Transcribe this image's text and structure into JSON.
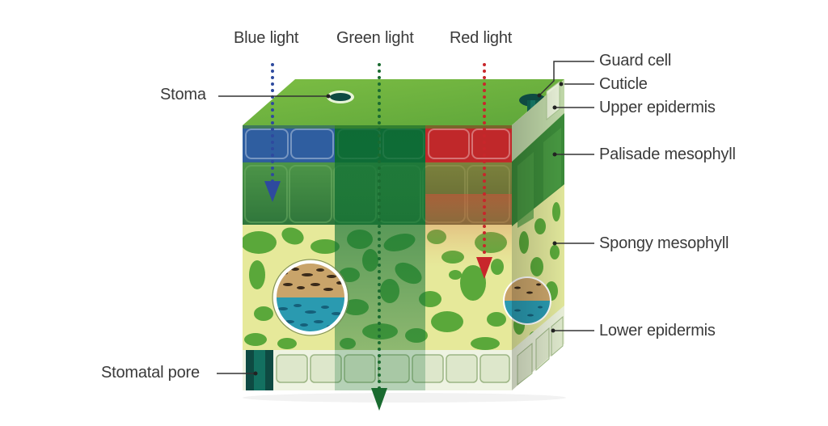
{
  "light_labels": {
    "blue": "Blue light",
    "green": "Green light",
    "red": "Red light"
  },
  "labels": {
    "stoma": "Stoma",
    "stomatal_pore": "Stomatal pore",
    "guard_cell": "Guard cell",
    "cuticle": "Cuticle",
    "upper_epidermis": "Upper epidermis",
    "palisade_mesophyll": "Palisade mesophyll",
    "spongy_mesophyll": "Spongy mesophyll",
    "lower_epidermis": "Lower epidermis"
  },
  "colors": {
    "blue_light": "#2e4a9e",
    "green_light": "#1a6b30",
    "red_light": "#c8262b",
    "leaf_top": "#7dbb45",
    "palisade": "#3f8f3a",
    "spongy_bg": "#e8eb9a",
    "chloroplast": "#55a535",
    "epidermis": "#dde6c8",
    "guard_cell": "#0e5a4a"
  }
}
